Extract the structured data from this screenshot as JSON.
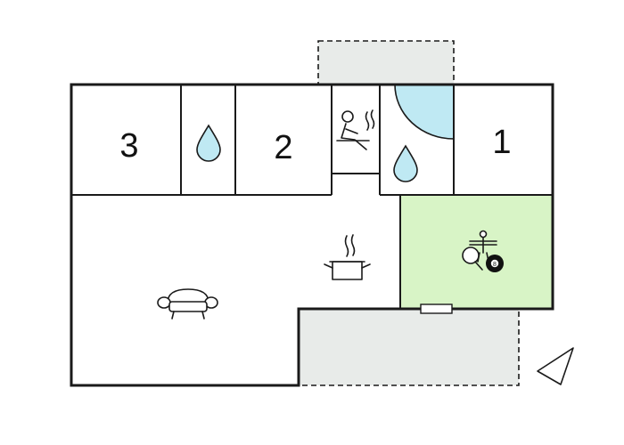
{
  "rooms": {
    "bedroom_3": {
      "label": "3"
    },
    "bedroom_2": {
      "label": "2"
    },
    "bedroom_1": {
      "label": "1"
    }
  },
  "colors": {
    "wall": "#1a1a1a",
    "outdoor_area": "#e8ebe9",
    "game_room": "#d8f4c6",
    "water": "#bfe9f3",
    "background": "#ffffff"
  },
  "icons": [
    "water-drop-icon",
    "water-drop-icon",
    "sauna-icon",
    "pool-icon",
    "cooking-pot-icon",
    "sofa-icon",
    "table-football-icon",
    "table-tennis-icon",
    "billiard-ball-icon",
    "compass-arrow-icon"
  ],
  "billiard_ball": {
    "number": "8"
  }
}
